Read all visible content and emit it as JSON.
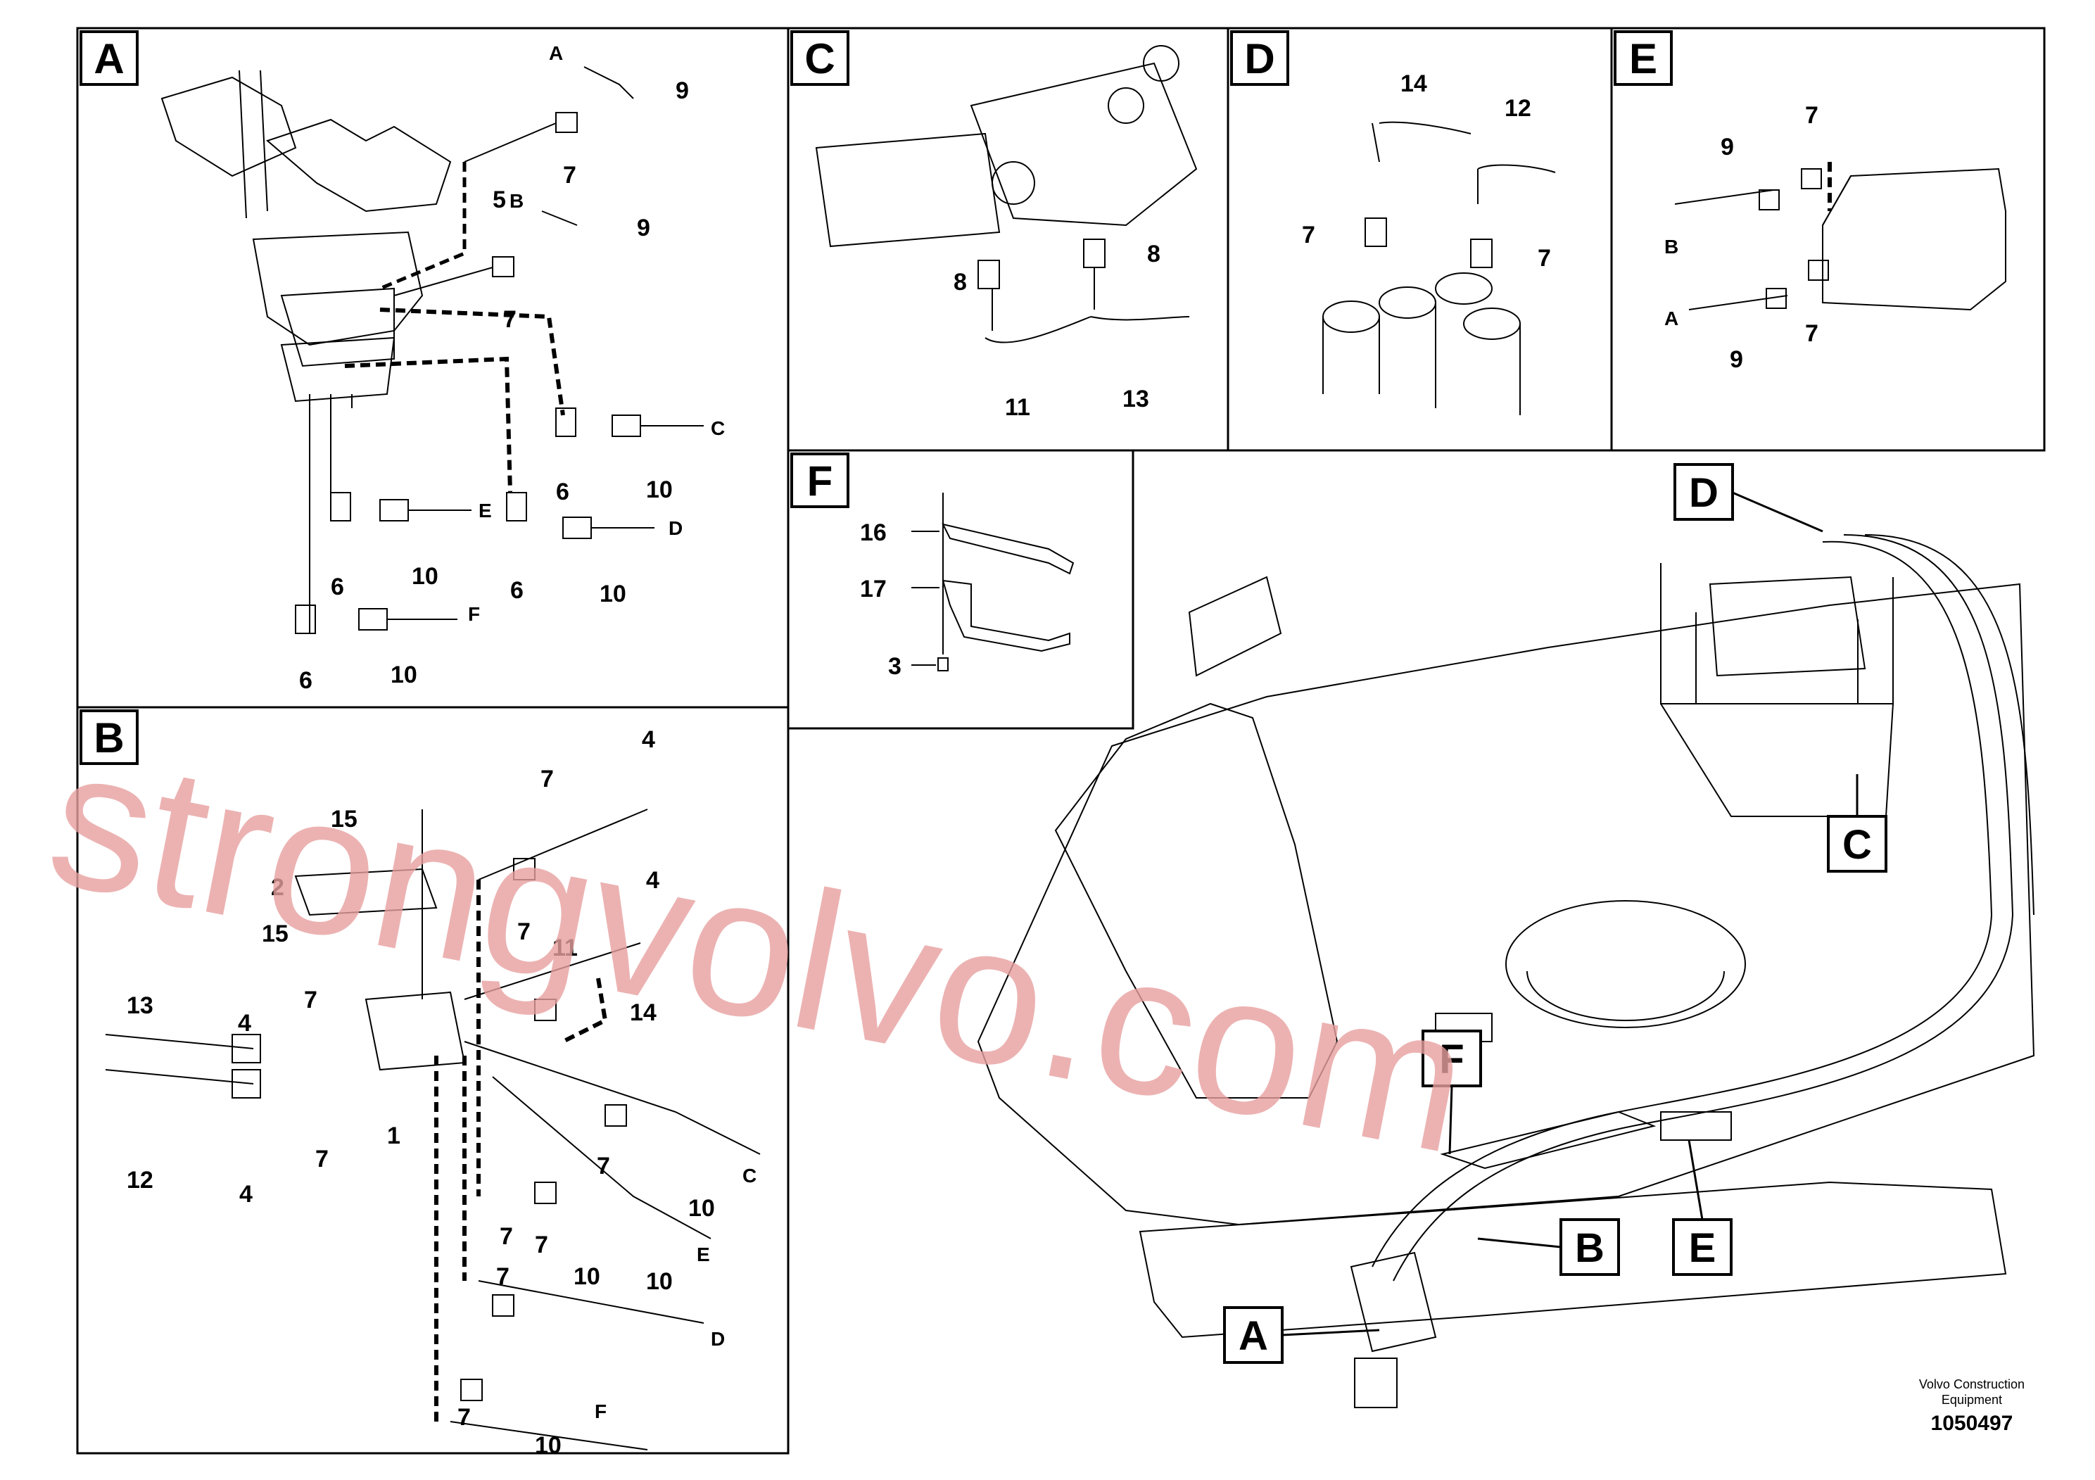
{
  "panels": [
    {
      "id": "A",
      "labels": [
        "A",
        "B",
        "C",
        "D",
        "E",
        "F",
        "5",
        "6",
        "6",
        "6",
        "6",
        "7",
        "7",
        "9",
        "9",
        "10",
        "10",
        "10",
        "10"
      ]
    },
    {
      "id": "B",
      "labels": [
        "1",
        "2",
        "4",
        "4",
        "4",
        "4",
        "7",
        "7",
        "7",
        "7",
        "7",
        "7",
        "7",
        "7",
        "7",
        "10",
        "10",
        "10",
        "10",
        "11",
        "12",
        "13",
        "14",
        "15",
        "15",
        "C",
        "D",
        "E",
        "F"
      ]
    },
    {
      "id": "C",
      "labels": [
        "8",
        "8",
        "11",
        "13"
      ]
    },
    {
      "id": "D",
      "labels": [
        "7",
        "7",
        "12",
        "14"
      ]
    },
    {
      "id": "E",
      "labels": [
        "A",
        "B",
        "7",
        "7",
        "9",
        "9"
      ]
    },
    {
      "id": "F",
      "labels": [
        "3",
        "16",
        "17"
      ]
    }
  ],
  "overview_callouts": [
    "A",
    "B",
    "C",
    "D",
    "E",
    "F"
  ],
  "watermark": "strongvolvo.com",
  "footer": {
    "company_line1": "Volvo Construction",
    "company_line2": "Equipment",
    "drawing_number": "1050497"
  },
  "colors": {
    "line": "#000000",
    "watermark": "#e8a0a0",
    "background": "#ffffff"
  }
}
